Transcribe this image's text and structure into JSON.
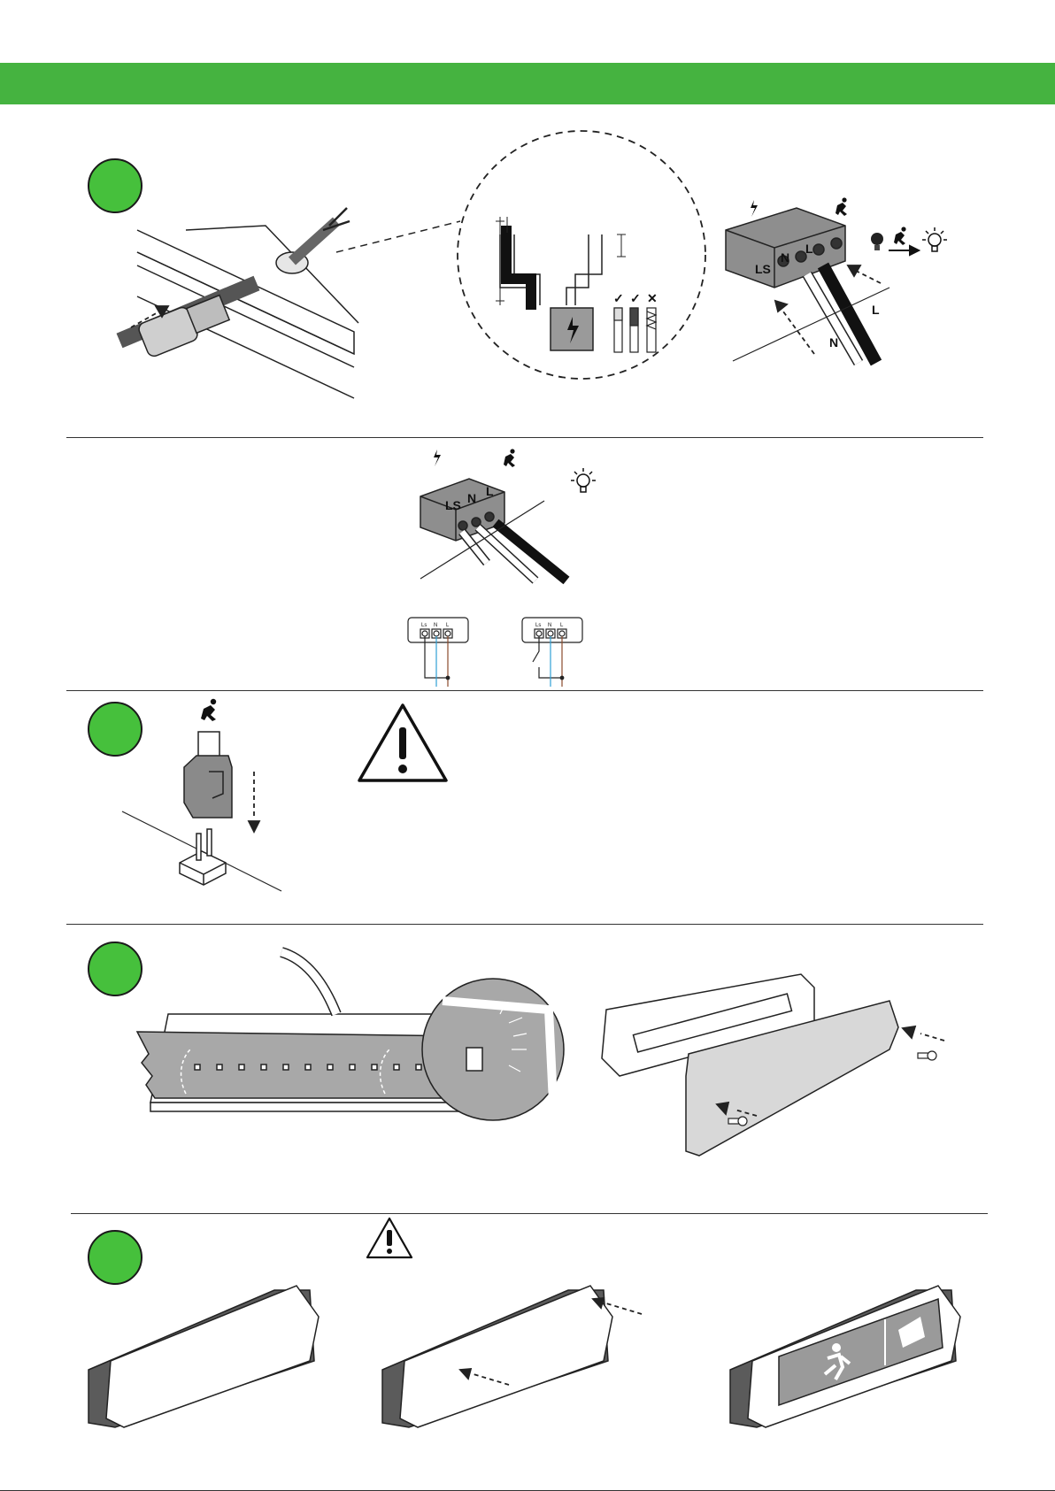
{
  "colors": {
    "banner": "#45b340",
    "step_circle": "#46c03c"
  },
  "section1": {
    "connector_labels": {
      "ls": "LS",
      "n": "N",
      "l": "L"
    },
    "wire_labels": {
      "n": "N",
      "l": "L"
    },
    "check_marks": [
      "✓",
      "✓",
      "✕"
    ]
  },
  "section2": {
    "connector_labels": {
      "ls": "LS",
      "n": "N",
      "l": "L"
    },
    "wiring_diagrams": [
      {
        "labels": [
          "Ls",
          "N",
          "L"
        ]
      },
      {
        "labels": [
          "Ls",
          "N",
          "L"
        ]
      }
    ]
  },
  "icons": [
    "step-circle-icon",
    "mains-lightning-icon",
    "running-man-icon",
    "bulb-off-icon",
    "bulb-on-icon",
    "arrow-right-icon",
    "warning-triangle-icon",
    "exit-sign-icon"
  ]
}
